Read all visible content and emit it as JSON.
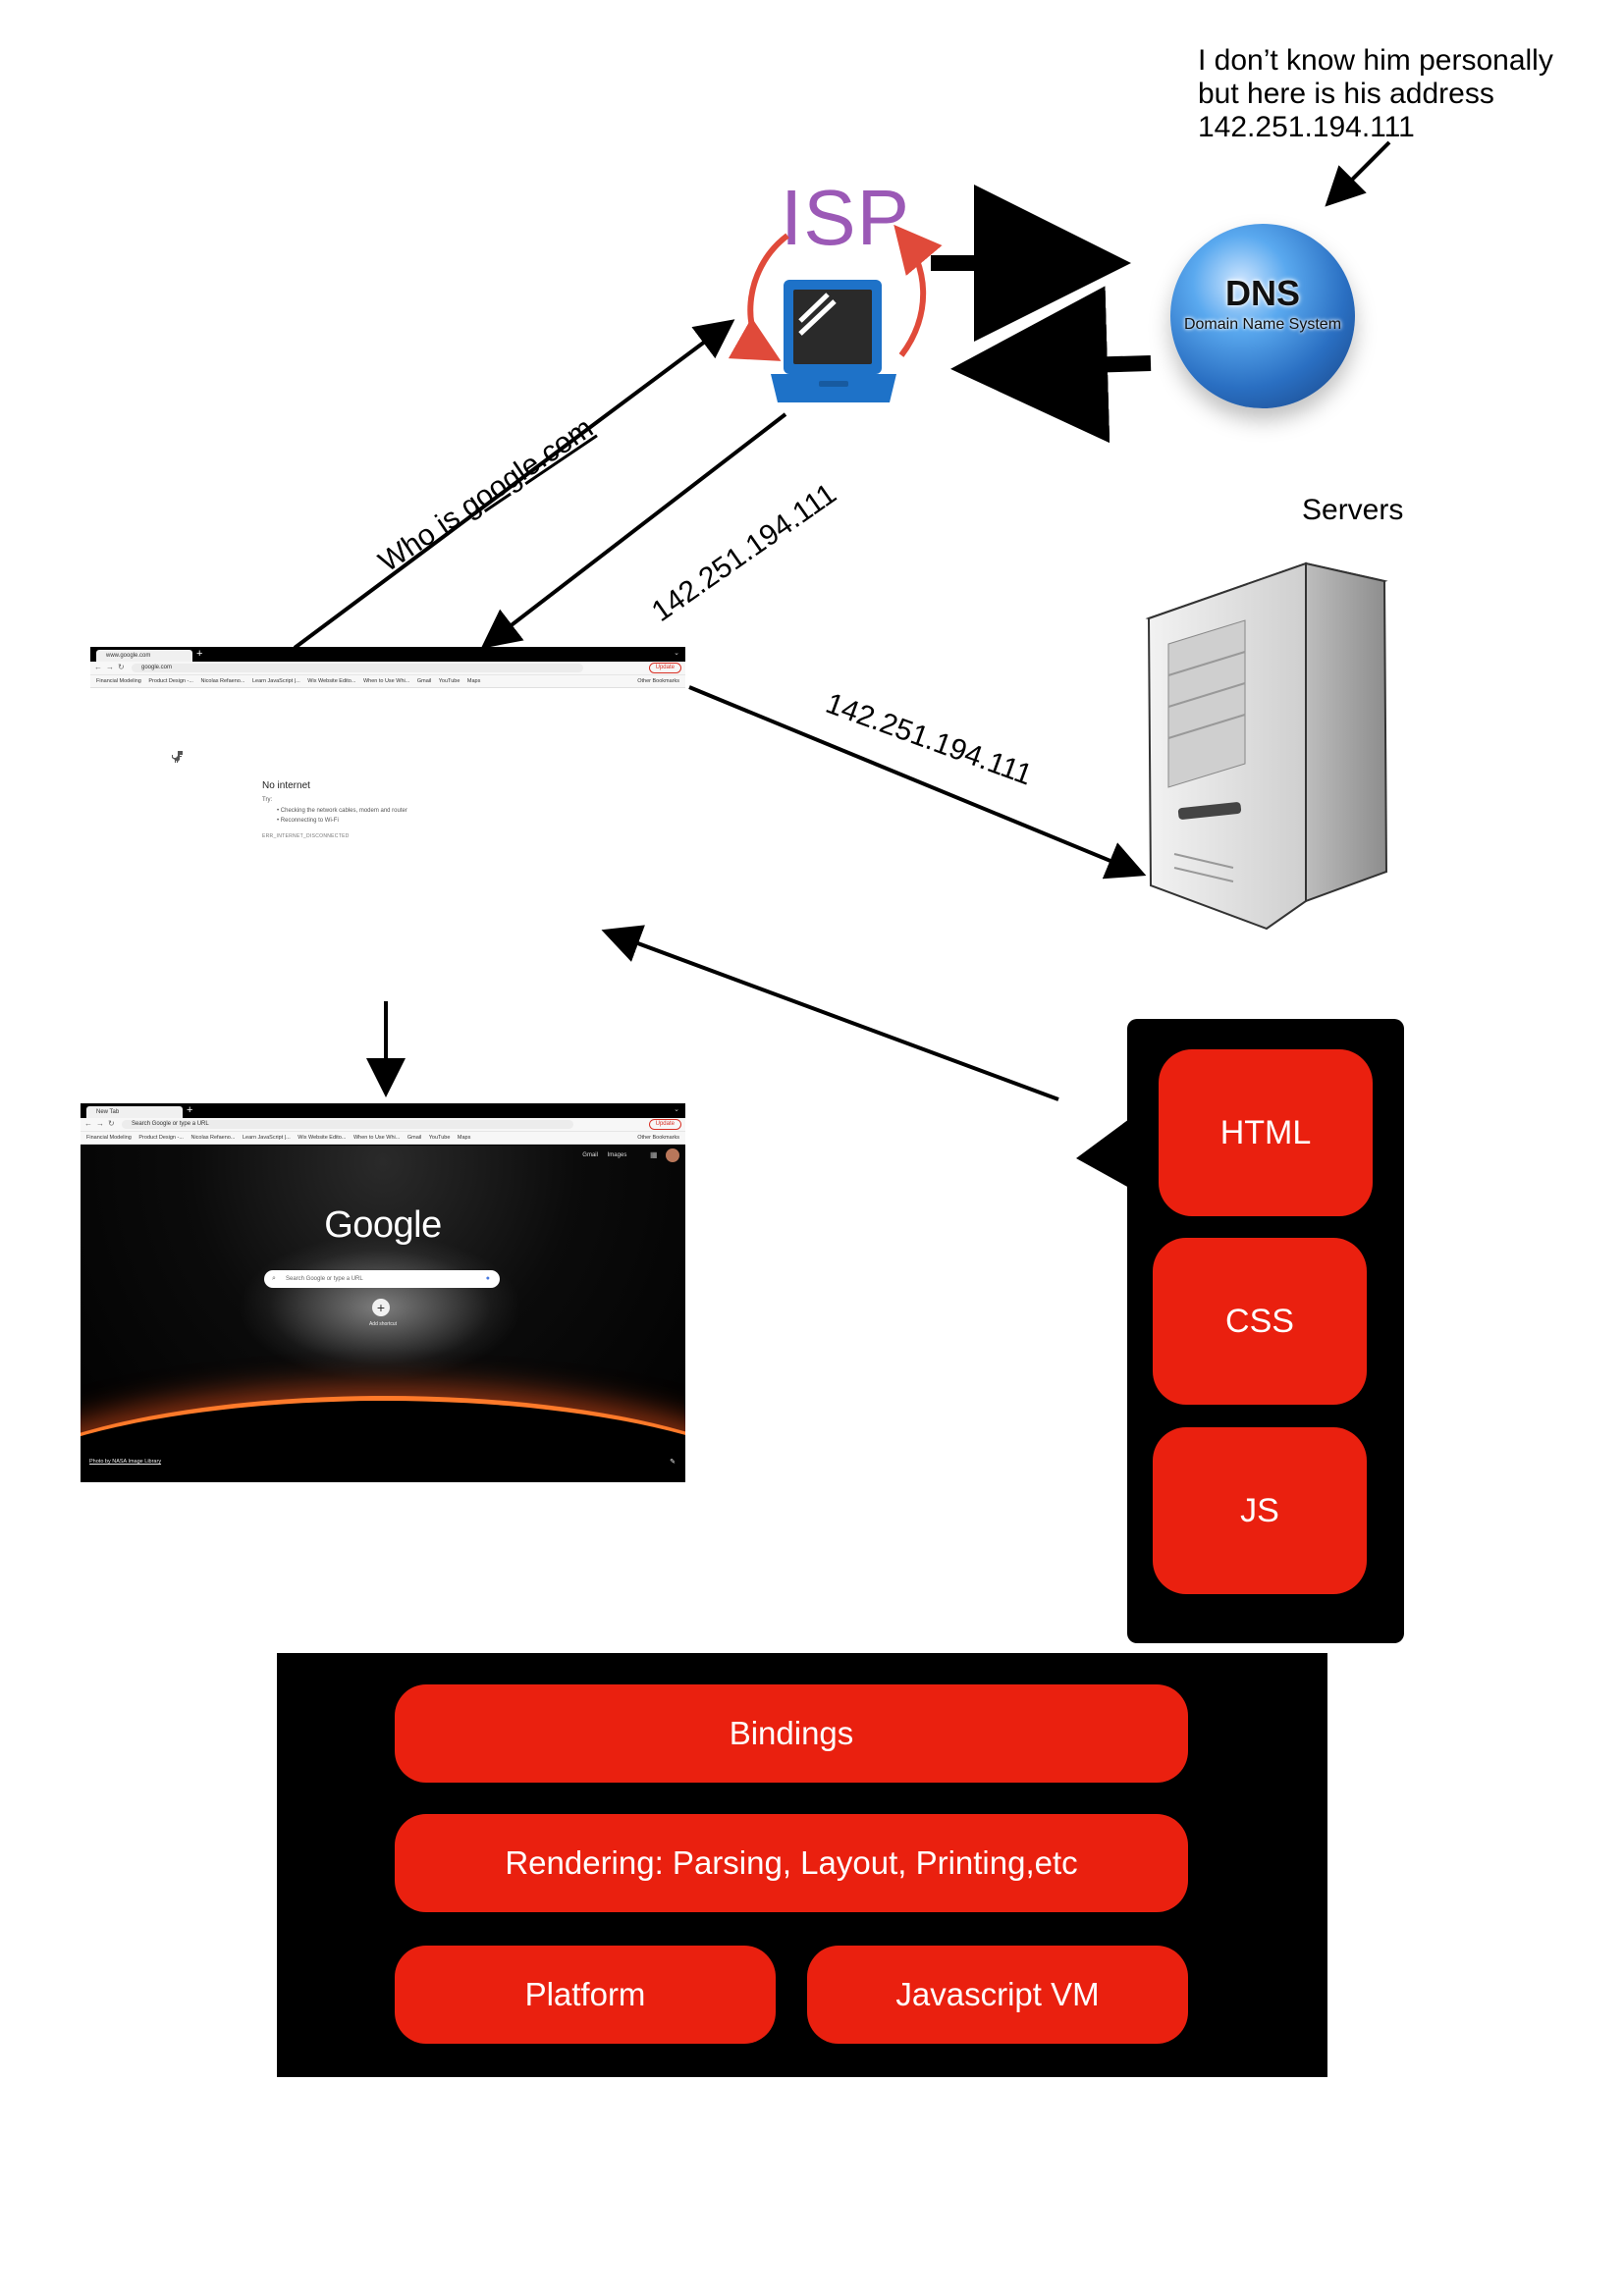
{
  "note": {
    "lines": [
      "I don’t know him personally",
      "but here is his address",
      "142.251.194.111"
    ]
  },
  "isp": {
    "label": "ISP"
  },
  "dns": {
    "title": "DNS",
    "subtitle": "Domain Name System"
  },
  "servers": {
    "label": "Servers"
  },
  "arrows": {
    "who_is_prefix": "Who is ",
    "who_is_link": "google.com",
    "ip_to_browser": "142.251.194.111",
    "ip_to_server": "142.251.194.111"
  },
  "browser1": {
    "tab_title": "www.google.com",
    "address": "google.com",
    "update_label": "Update",
    "bookmarks": [
      "Financial Modeling",
      "Product Design -...",
      "Nicolas Refaeno...",
      "Learn JavaScript |...",
      "Wix Website Edito...",
      "When to Use Whi...",
      "Gmail",
      "YouTube",
      "Maps"
    ],
    "other_bookmarks": "Other Bookmarks",
    "error_title": "No internet",
    "try_label": "Try:",
    "try_items": [
      "Checking the network cables, modem and router",
      "Reconnecting to Wi-Fi"
    ],
    "error_code": "ERR_INTERNET_DISCONNECTED"
  },
  "browser2": {
    "tab_title": "New Tab",
    "address_placeholder": "Search Google or type a URL",
    "update_label": "Update",
    "bookmarks": [
      "Financial Modeling",
      "Product Design -...",
      "Nicolas Refaeno...",
      "Learn JavaScript |...",
      "Wix Website Edito...",
      "When to Use Whi...",
      "Gmail",
      "YouTube",
      "Maps"
    ],
    "other_bookmarks": "Other Bookmarks",
    "top_links": [
      "Gmail",
      "Images"
    ],
    "logo": "Google",
    "search_placeholder": "Search Google or type a URL",
    "add_shortcut": "Add shortcut",
    "photo_credit": "Photo by NASA Image Library"
  },
  "web_stack": {
    "items": [
      "HTML",
      "CSS",
      "JS"
    ]
  },
  "engine": {
    "bindings": "Bindings",
    "rendering": "Rendering: Parsing, Layout, Printing,etc",
    "platform": "Platform",
    "javascript_vm": "Javascript VM"
  },
  "colors": {
    "accent_red": "#ea200f",
    "isp_purple": "#9b59b6",
    "laptop_blue": "#1e72c8",
    "refresh_red": "#e04a3a"
  }
}
